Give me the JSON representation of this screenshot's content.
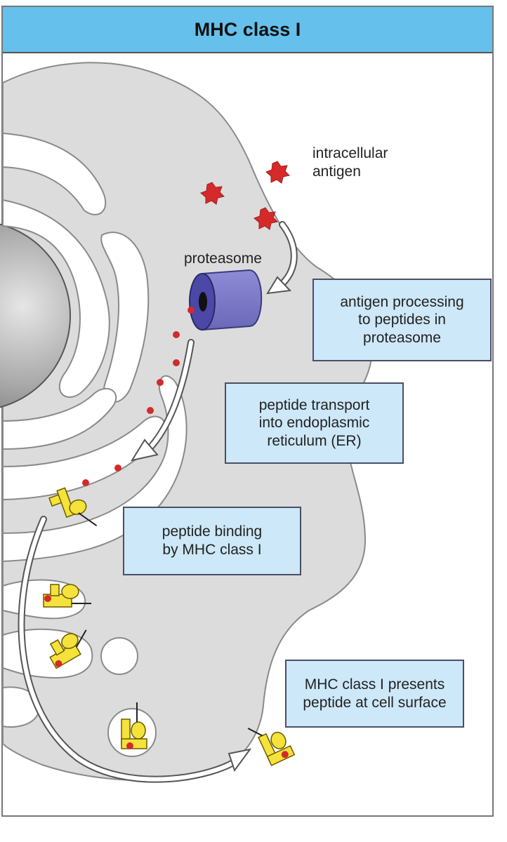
{
  "title": "MHC class I",
  "labels": {
    "intracellular_antigen": "intracellular\nantigen",
    "proteasome": "proteasome"
  },
  "steps": [
    {
      "text": "antigen processing\nto peptides in\nproteasome"
    },
    {
      "text": "peptide transport\ninto endoplasmic\nreticulum (ER)"
    },
    {
      "text": "peptide binding\nby MHC class I"
    },
    {
      "text": "MHC class I presents\npeptide at cell surface"
    }
  ],
  "colors": {
    "header": "#66c0ec",
    "cell": "#dcdcdc",
    "cell_outline": "#8a8a8a",
    "nucleus": "#8f8f8f",
    "proteasome": "#7a78c6",
    "antigen": "#d42a2a",
    "mhc": "#f5e23a",
    "step_box": "#cde8f8"
  }
}
